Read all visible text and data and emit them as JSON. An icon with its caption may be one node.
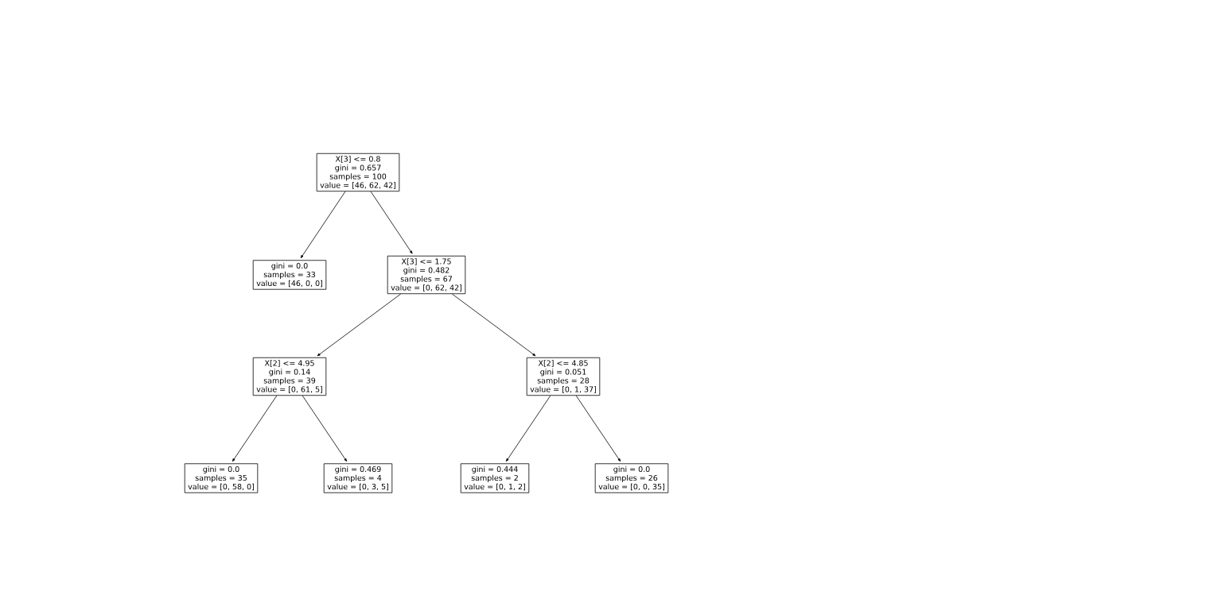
{
  "diagram": {
    "nodes": [
      {
        "text": [
          "X[3] <= 0.8",
          "gini = 0.657",
          "samples = 100",
          "value = [46, 62, 42]"
        ]
      },
      {
        "text": [
          "gini = 0.0",
          "samples = 33",
          "value = [46, 0, 0]"
        ]
      },
      {
        "text": [
          "X[3] <= 1.75",
          "gini = 0.482",
          "samples = 67",
          "value = [0, 62, 42]"
        ]
      },
      {
        "text": [
          "X[2] <= 4.95",
          "gini = 0.14",
          "samples = 39",
          "value = [0, 61, 5]"
        ]
      },
      {
        "text": [
          "X[2] <= 4.85",
          "gini = 0.051",
          "samples = 28",
          "value = [0, 1, 37]"
        ]
      },
      {
        "text": [
          "gini = 0.0",
          "samples = 35",
          "value = [0, 58, 0]"
        ]
      },
      {
        "text": [
          "gini = 0.469",
          "samples = 4",
          "value = [0, 3, 5]"
        ]
      },
      {
        "text": [
          "gini = 0.444",
          "samples = 2",
          "value = [0, 1, 2]"
        ]
      },
      {
        "text": [
          "gini = 0.0",
          "samples = 26",
          "value = [0, 0, 35]"
        ]
      }
    ],
    "edges": [
      {
        "from": 0,
        "to": 1,
        "arrow": "to"
      },
      {
        "from": 0,
        "to": 2,
        "arrow": "to"
      },
      {
        "from": 2,
        "to": 3,
        "arrow": "to"
      },
      {
        "from": 2,
        "to": 4,
        "arrow": "to"
      },
      {
        "from": 3,
        "to": 5,
        "arrow": "to"
      },
      {
        "from": 3,
        "to": 6,
        "arrow": "to"
      },
      {
        "from": 4,
        "to": 7,
        "arrow": "to"
      },
      {
        "from": 4,
        "to": 8,
        "arrow": "to"
      }
    ]
  }
}
